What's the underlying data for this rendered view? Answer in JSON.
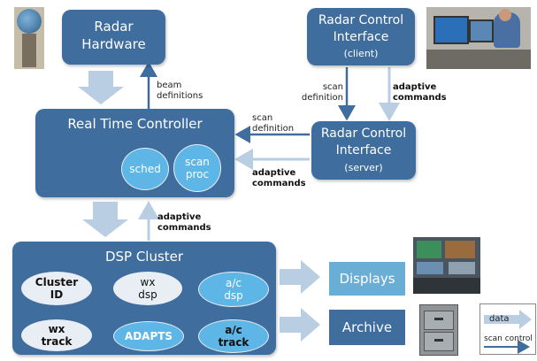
{
  "radar_hardware": {
    "line1": "Radar",
    "line2": "Hardware"
  },
  "rci_client": {
    "line1": "Radar Control",
    "line2": "Interface",
    "sub": "(client)"
  },
  "rci_server": {
    "line1": "Radar Control",
    "line2": "Interface",
    "sub": "(server)"
  },
  "rtc": {
    "title": "Real Time Controller",
    "sched": "sched",
    "scan1": "scan",
    "scan2": "proc"
  },
  "dsp": {
    "title": "DSP Cluster",
    "cluster1": "Cluster",
    "cluster2": "ID",
    "wxdsp1": "wx",
    "wxdsp2": "dsp",
    "acdsp1": "a/c",
    "acdsp2": "dsp",
    "wxtrack1": "wx",
    "wxtrack2": "track",
    "adapts": "ADAPTS",
    "actrack1": "a/c",
    "actrack2": "track"
  },
  "displays": "Displays",
  "archive": "Archive",
  "labels": {
    "beam1": "beam",
    "beam2": "definitions",
    "scan_def_top1": "scan",
    "scan_def_top2": "definition",
    "adaptive_top1": "adaptive",
    "adaptive_top2": "commands",
    "scan_def_mid1": "scan",
    "scan_def_mid2": "definition",
    "adaptive_mid1": "adaptive",
    "adaptive_mid2": "commands",
    "adaptive_low1": "adaptive",
    "adaptive_low2": "commands"
  },
  "legend": {
    "data": "data",
    "scan_control": "scan control"
  },
  "colors": {
    "box": "#3f6d9e",
    "light_box": "#6aaed6",
    "fat_arrow": "#b9cde3",
    "ellipse": "#e9eef5",
    "ellipse_blue": "#5db6e6"
  }
}
